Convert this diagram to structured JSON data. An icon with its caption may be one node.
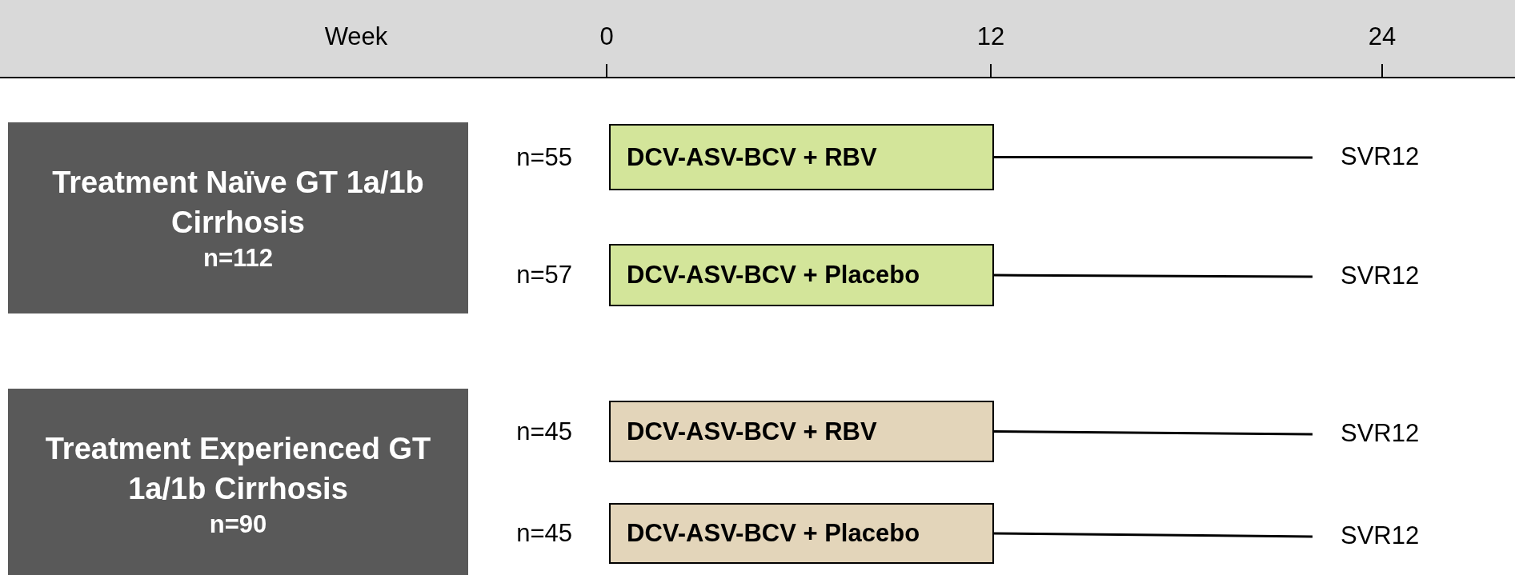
{
  "diagram": {
    "nodes": [
      {
        "text": [
          "Treatment Naïve GT 1a/1b Cirrhosis",
          "n=112"
        ]
      },
      {
        "text": [
          "DCV-ASV-BCV + RBV"
        ],
        "beside": [
          "n=55"
        ]
      },
      {
        "text": [
          "SVR12"
        ]
      },
      {
        "text": [
          "DCV-ASV-BCV + Placebo"
        ],
        "beside": [
          "n=57"
        ]
      },
      {
        "text": [
          "SVR12"
        ]
      },
      {
        "text": [
          "Treatment Experienced GT 1a/1b Cirrhosis",
          "n=90"
        ]
      },
      {
        "text": [
          "DCV-ASV-BCV + RBV"
        ],
        "beside": [
          "n=45"
        ]
      },
      {
        "text": [
          "SVR12"
        ]
      },
      {
        "text": [
          "DCV-ASV-BCV + Placebo"
        ],
        "beside": [
          "n=45"
        ]
      },
      {
        "text": [
          "SVR12"
        ]
      }
    ],
    "edges": [
      {
        "from": 1,
        "to": 2,
        "arrow": "none"
      },
      {
        "from": 3,
        "to": 4,
        "arrow": "none"
      },
      {
        "from": 6,
        "to": 7,
        "arrow": "none"
      },
      {
        "from": 8,
        "to": 9,
        "arrow": "none"
      }
    ],
    "labels": [
      "Week",
      "0",
      "12",
      "24"
    ]
  }
}
